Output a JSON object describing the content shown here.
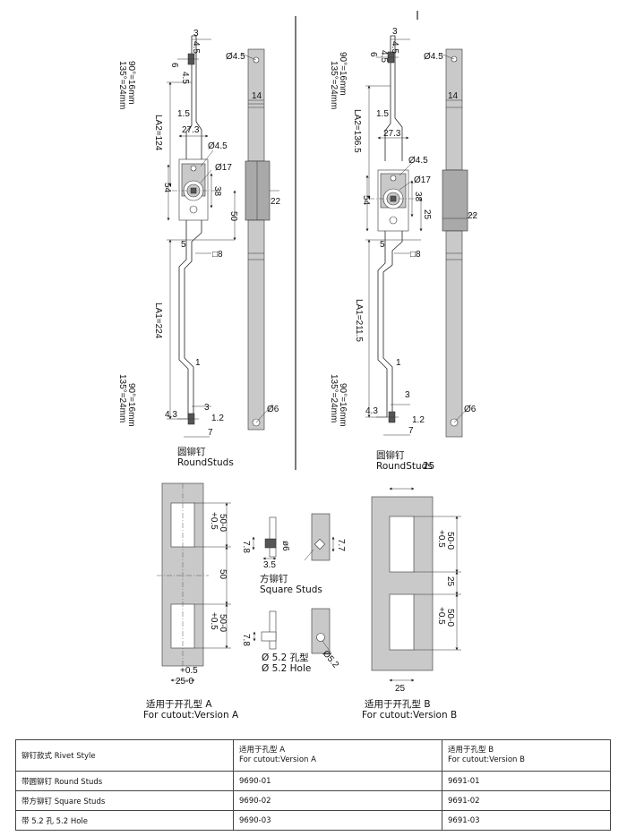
{
  "drawing": {
    "top_left_dims": [
      "3",
      "4.5",
      "6",
      "4.5",
      "90°=16mm",
      "135°=24mm",
      "1.5",
      "27.3",
      "LA2=124",
      "Ø4.5",
      "Ø17",
      "54",
      "38",
      "50",
      "5",
      "□8",
      "LA1=224",
      "1",
      "90°=16mm",
      "135°=24mm",
      "3",
      "4.3",
      "1.2",
      "7"
    ],
    "top_left_bar_dims": [
      "Ø4.5",
      "14",
      "22",
      "Ø6"
    ],
    "top_left_caption_cn": "圆铆钉",
    "top_left_caption_en": "RoundStuds",
    "top_right_dims": [
      "3",
      "4.5",
      "6",
      "4.5",
      "90°=16mm",
      "135°=24mm",
      "1.5",
      "27.3",
      "LA2=136.5",
      "Ø4.5",
      "Ø17",
      "54",
      "38",
      "25",
      "5",
      "□8",
      "LA1=211.5",
      "1",
      "90°=16mm",
      "135°=24mm",
      "3",
      "4.3",
      "1.2",
      "7"
    ],
    "top_right_bar_dims": [
      "Ø4.5",
      "14",
      "22",
      "Ø6"
    ],
    "top_right_caption_cn": "圆铆钉",
    "top_right_caption_en": "RoundStuds",
    "top_right_extra": "25",
    "cutout_a_dims": [
      "+0.5",
      "50-0",
      "50",
      "+0.5",
      "50-0",
      "+0.5",
      "25-0"
    ],
    "cutout_a_caption_cn": "适用于开孔型 A",
    "cutout_a_caption_en": "For cutout:Version A",
    "square_studs_dims": [
      "7.8",
      "ø6",
      "3.5",
      "7.7"
    ],
    "square_studs_cn": "方铆钉",
    "square_studs_en": "Square Studs",
    "hole_dims": [
      "7.8",
      "Ø5.2"
    ],
    "hole_cn": "Ø 5.2 孔型",
    "hole_en": "Ø 5.2 Hole",
    "cutout_b_dims": [
      "25",
      "+0.5",
      "50-0",
      "25",
      "+0.5",
      "50-0"
    ],
    "cutout_b_caption_cn": "适用于开孔型 B",
    "cutout_b_caption_en": "For cutout:Version B"
  },
  "table": {
    "header": {
      "col1": "铆钉款式 Rivet Style",
      "col2_cn": "适用于孔型 A",
      "col2_en": "For cutout:Version A",
      "col3_cn": "适用于孔型 B",
      "col3_en": "For cutout:Version B"
    },
    "rows": [
      {
        "style": "带圆铆钉 Round Studs",
        "a": "9690-01",
        "b": "9691-01"
      },
      {
        "style": "带方铆钉 Square Studs",
        "a": "9690-02",
        "b": "9691-02"
      },
      {
        "style": "带 5.2 孔 5.2 Hole",
        "a": "9690-03",
        "b": "9691-03"
      }
    ]
  }
}
